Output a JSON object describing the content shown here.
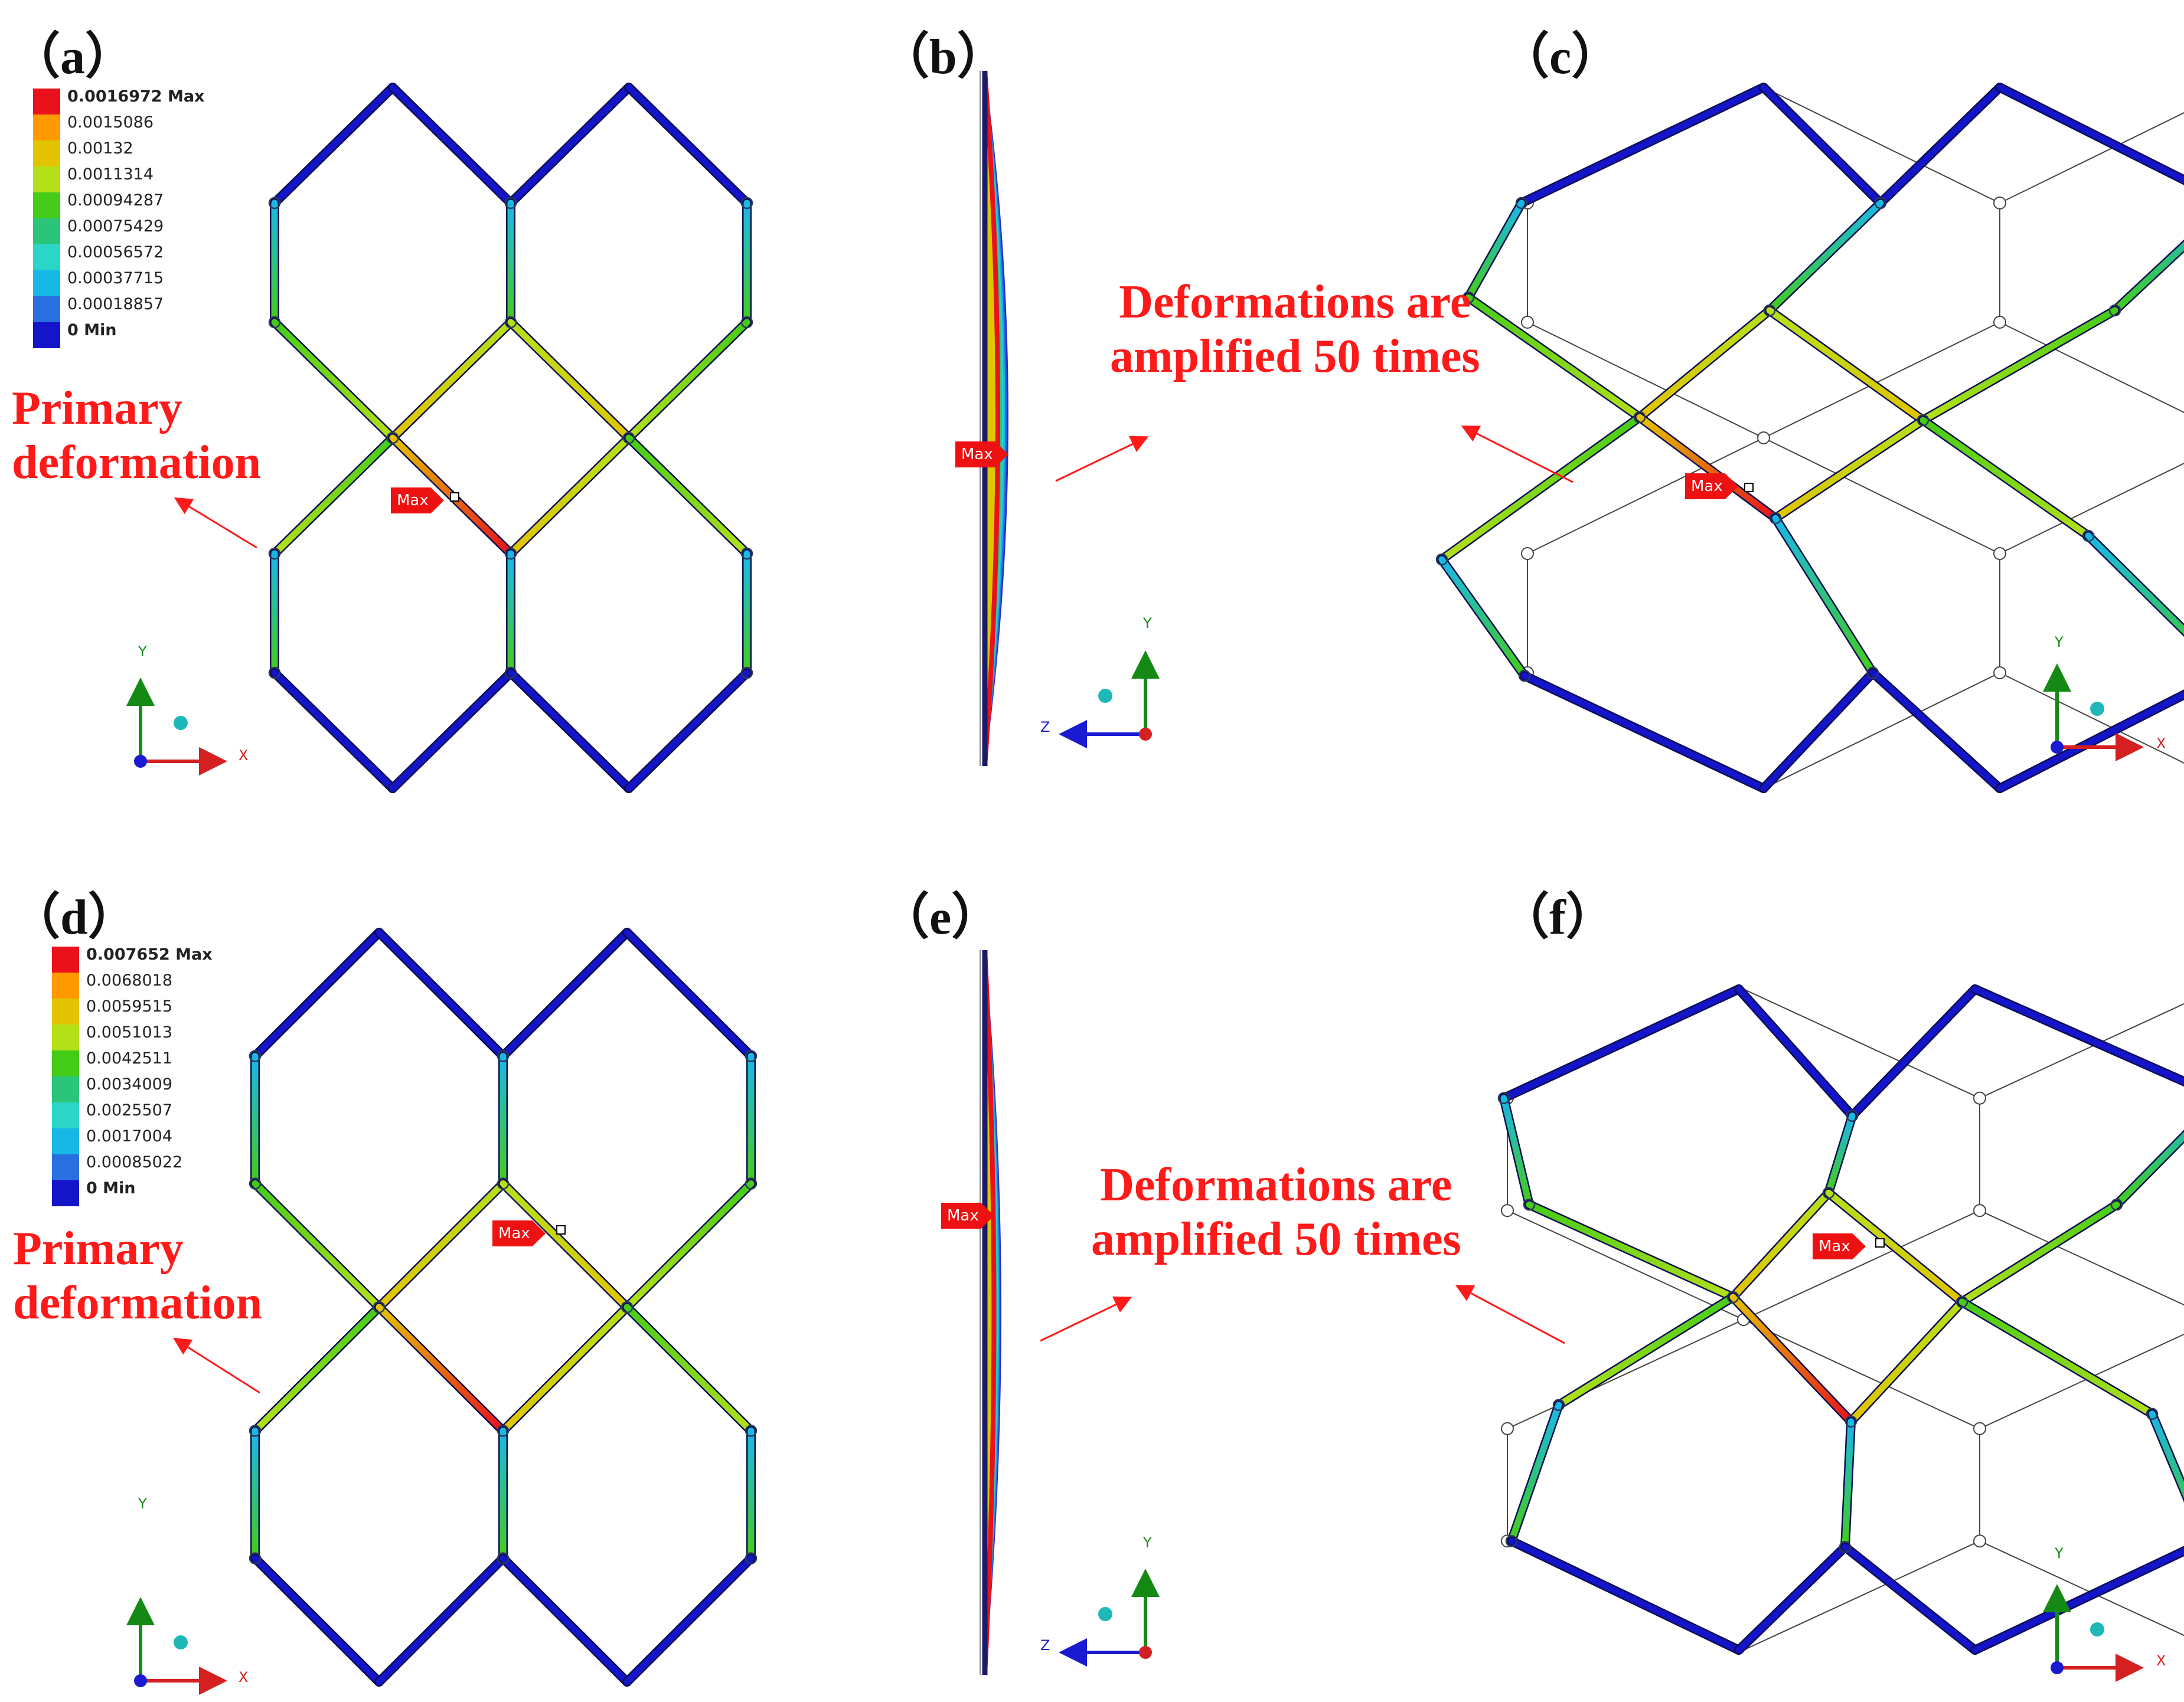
{
  "panels": {
    "a": {
      "label": "（a）"
    },
    "b": {
      "label": "（b）"
    },
    "c": {
      "label": "（c）"
    },
    "d": {
      "label": "（d）"
    },
    "e": {
      "label": "（e）"
    },
    "f": {
      "label": "（f）"
    }
  },
  "legend_top": {
    "values": [
      "0.0016972 Max",
      "0.0015086",
      "0.00132",
      "0.0011314",
      "0.00094287",
      "0.00075429",
      "0.00056572",
      "0.00037715",
      "0.00018857",
      "0 Min"
    ]
  },
  "legend_bottom": {
    "values": [
      "0.007652 Max",
      "0.0068018",
      "0.0059515",
      "0.0051013",
      "0.0042511",
      "0.0034009",
      "0.0025507",
      "0.0017004",
      "0.00085022",
      "0 Min"
    ]
  },
  "colors": {
    "scale": [
      "#e8111c",
      "#ff9900",
      "#e2c400",
      "#b4e01a",
      "#44cc18",
      "#2ac47a",
      "#2bd6c8",
      "#18b8e6",
      "#2a6fe0",
      "#1414c8"
    ],
    "annotation": "#ff1a1a",
    "axis_x": "#d42020",
    "axis_y": "#148a14",
    "axis_z": "#1a1ad0"
  },
  "annotations": {
    "primary_line1": "Primary",
    "primary_line2": "deformation",
    "amplified_line1": "Deformations are",
    "amplified_line2": "amplified 50 times",
    "max_tag": "Max"
  },
  "axes": {
    "x": "X",
    "y": "Y",
    "z": "Z"
  }
}
